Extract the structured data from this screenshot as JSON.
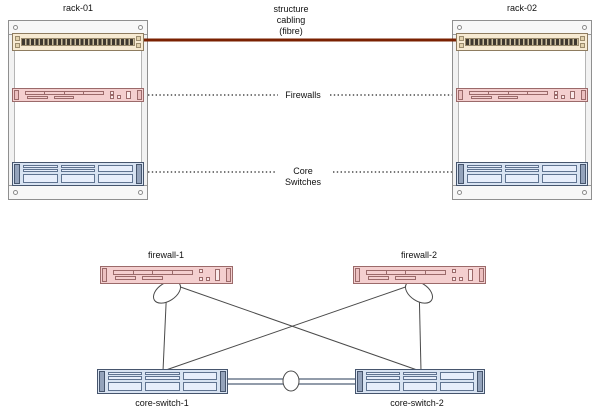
{
  "colors": {
    "fibre": "#7a2101",
    "line": "#4a4a4a",
    "link": "#6f7b8d",
    "fw-fill": "#f4cfcf",
    "fw-border": "#9b6a6a",
    "sw-fill": "#d8e3f2",
    "sw-border": "#46556d",
    "pp-fill": "#f7ead2",
    "pp-border": "#8e7c60"
  },
  "physical": {
    "rack1_label": "rack-01",
    "rack2_label": "rack-02",
    "cabling_label": "structure\ncabling\n(fibre)",
    "firewalls_label": "Firewalls",
    "core_switches_label": "Core\nSwitches"
  },
  "logical": {
    "firewall1_label": "firewall-1",
    "firewall2_label": "firewall-2",
    "switch1_label": "core-switch-1",
    "switch2_label": "core-switch-2"
  }
}
